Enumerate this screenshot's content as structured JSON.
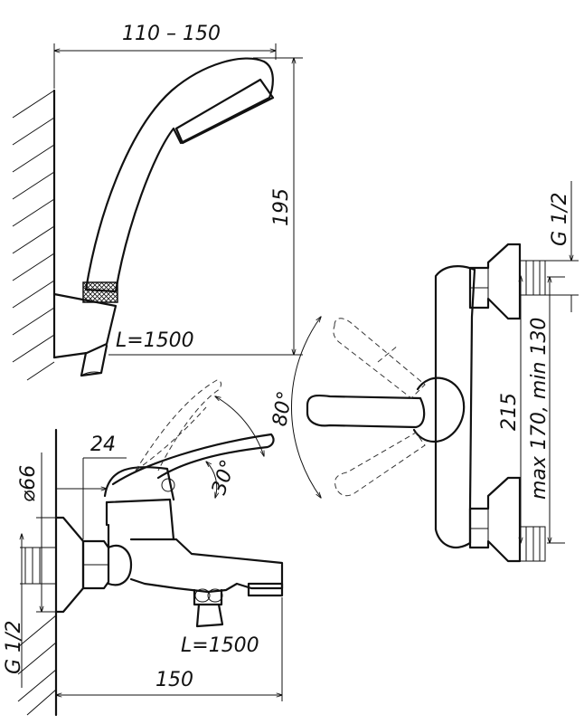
{
  "dimensions": {
    "shower_width": "110 – 150",
    "shower_height": "195",
    "hose_length_top": "L=1500",
    "spout_offset": "24",
    "escutcheon_dia": "⌀66",
    "lever_angle_up": "80°",
    "lever_angle_down": "30°",
    "thread_left": "G 1/2",
    "hose_length_bottom": "L=1500",
    "mixer_depth": "150",
    "thread_right": "G 1/2",
    "center_distance": "215",
    "adjust_range": "max 170, min 130"
  }
}
